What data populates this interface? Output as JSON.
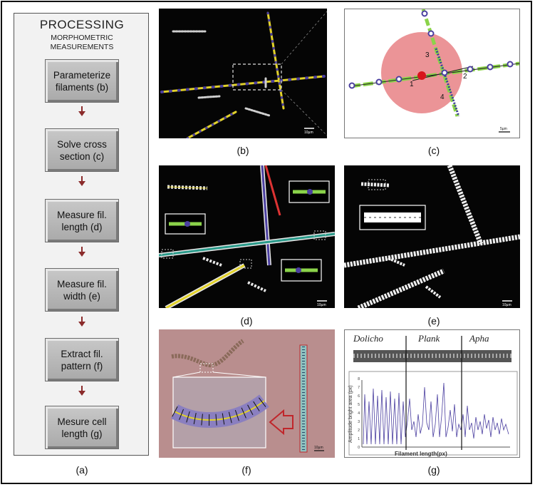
{
  "flowchart": {
    "title": "PROCESSING",
    "subtitle_line1": "MORPHOMETRIC",
    "subtitle_line2": "MEASUREMENTS",
    "steps": [
      {
        "line1": "Parameterize",
        "line2": "filaments (b)"
      },
      {
        "line1": "Solve cross",
        "line2": "section (c)"
      },
      {
        "line1": "Measure fil.",
        "line2": "length (d)"
      },
      {
        "line1": "Measure fil.",
        "line2": "width (e)"
      },
      {
        "line1": "Extract fil.",
        "line2": "pattern (f)"
      },
      {
        "line1": "Mesure cell",
        "line2": "length (g)"
      }
    ]
  },
  "captions": {
    "a": "(a)",
    "b": "(b)",
    "c": "(c)",
    "d": "(d)",
    "e": "(e)",
    "f": "(f)",
    "g": "(g)"
  },
  "panel_c": {
    "labels": [
      "1",
      "2",
      "3",
      "4"
    ],
    "scale": "5µm"
  },
  "panel_g": {
    "species": [
      "Dolicho",
      "Plank",
      "Apha"
    ],
    "ylabel": "Amplitude bright area (px)",
    "xlabel": "Filament length(px)",
    "yticks": [
      "0",
      "1",
      "2",
      "3",
      "4",
      "5",
      "6",
      "7",
      "8"
    ]
  },
  "scale_bar_text": "10µm",
  "colors": {
    "flow_arrow": "#8b2b2b",
    "highlight_circle": "#e05a5f",
    "filament_green": "#8bd34a",
    "trace_purple": "#4b3fa0"
  }
}
